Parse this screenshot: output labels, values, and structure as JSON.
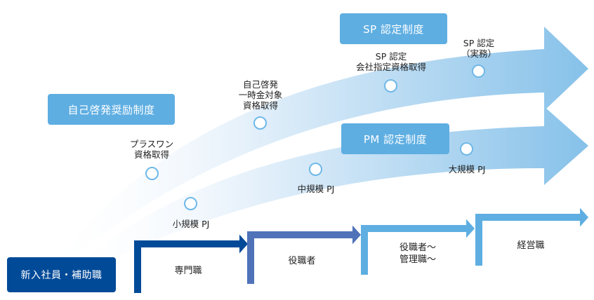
{
  "diagram": {
    "colors": {
      "start_box": "#004a98",
      "badge": "#5eaee2",
      "step1": "#004a98",
      "step2": "#4f72b8",
      "step3": "#5eaee2",
      "step4": "#5eaee2",
      "arrow_light": "#ffffff",
      "arrow_dark": "#8cc4ea",
      "node_border": "#6fb8e8"
    },
    "start": {
      "label": "新入社員・補助職"
    },
    "badges": [
      {
        "id": "self-dev",
        "label": "自己啓発奨励制度"
      },
      {
        "id": "sp",
        "label": "SP 認定制度"
      },
      {
        "id": "pm",
        "label": "PM 認定制度"
      }
    ],
    "upper_track": {
      "name": "SP track",
      "milestones": [
        {
          "lines": [
            "プラスワン",
            "資格取得"
          ]
        },
        {
          "lines": [
            "自己啓発",
            "一時金対象",
            "資格取得"
          ]
        },
        {
          "lines": [
            "SP 認定",
            "会社指定資格取得"
          ]
        },
        {
          "lines": [
            "SP 認定",
            "（実務）"
          ]
        }
      ]
    },
    "lower_track": {
      "name": "PM track",
      "milestones": [
        {
          "lines": [
            "小規模 PJ"
          ]
        },
        {
          "lines": [
            "中規模 PJ"
          ]
        },
        {
          "lines": [
            "大規模 PJ"
          ]
        }
      ]
    },
    "career_steps": [
      {
        "lines": [
          "専門職"
        ]
      },
      {
        "lines": [
          "役職者"
        ]
      },
      {
        "lines": [
          "役職者〜",
          "管理職〜"
        ]
      },
      {
        "lines": [
          "経営職"
        ]
      }
    ]
  }
}
